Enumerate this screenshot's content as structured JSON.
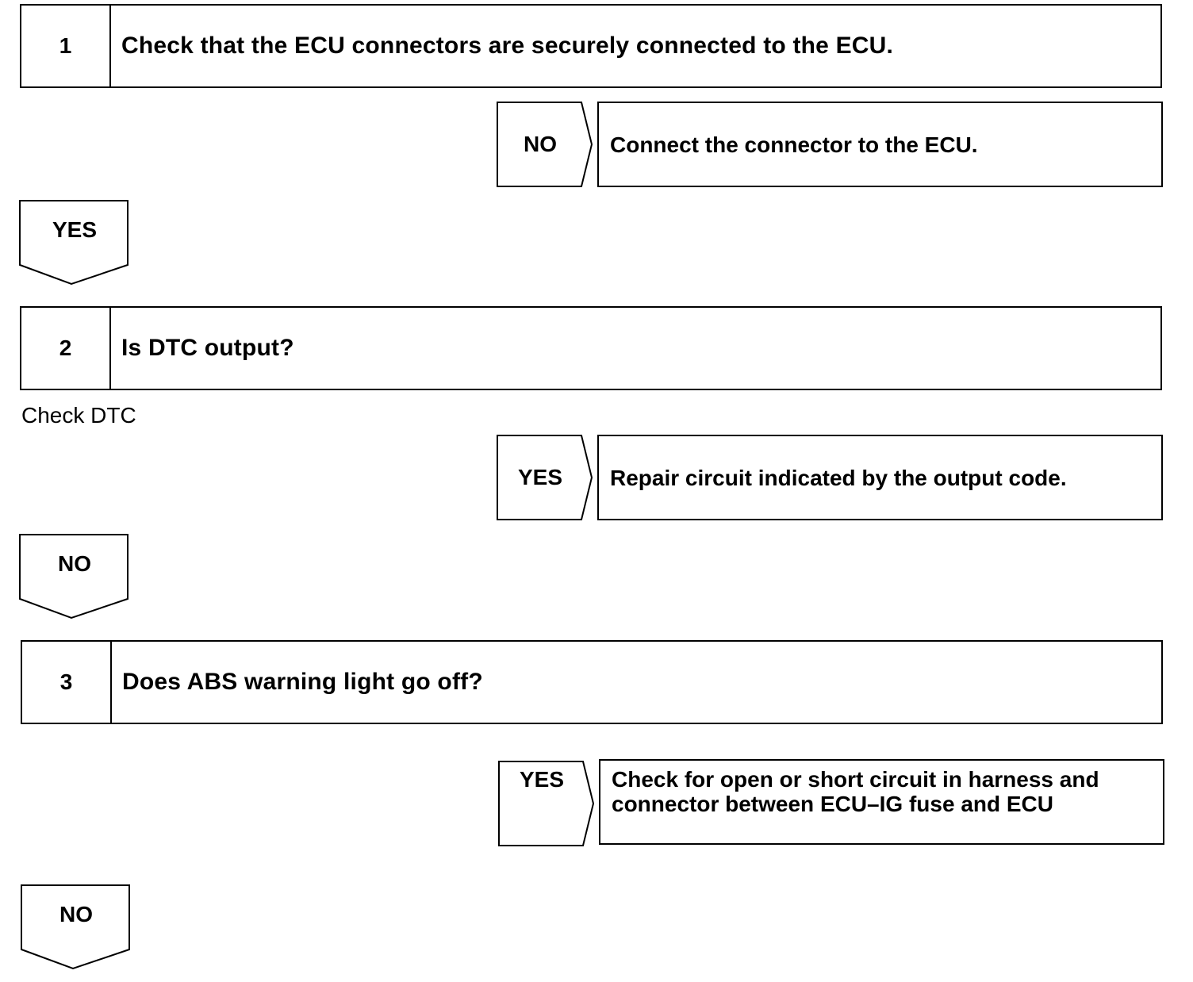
{
  "steps": [
    {
      "number": "1",
      "text": "Check that the ECU connectors are securely connected to the ECU."
    },
    {
      "number": "2",
      "text": "Is DTC output?"
    },
    {
      "number": "3",
      "text": "Does ABS warning light go off?"
    }
  ],
  "branches": [
    {
      "label": "NO",
      "result": "Connect the connector to the ECU."
    },
    {
      "label": "YES",
      "result": "Repair circuit indicated by the output code."
    },
    {
      "label": "YES",
      "result_lines": [
        "Check for open or short circuit in harness and",
        "connector between ECU–IG fuse and ECU"
      ]
    }
  ],
  "flows": [
    "YES",
    "NO",
    "NO"
  ],
  "note": "Check DTC"
}
